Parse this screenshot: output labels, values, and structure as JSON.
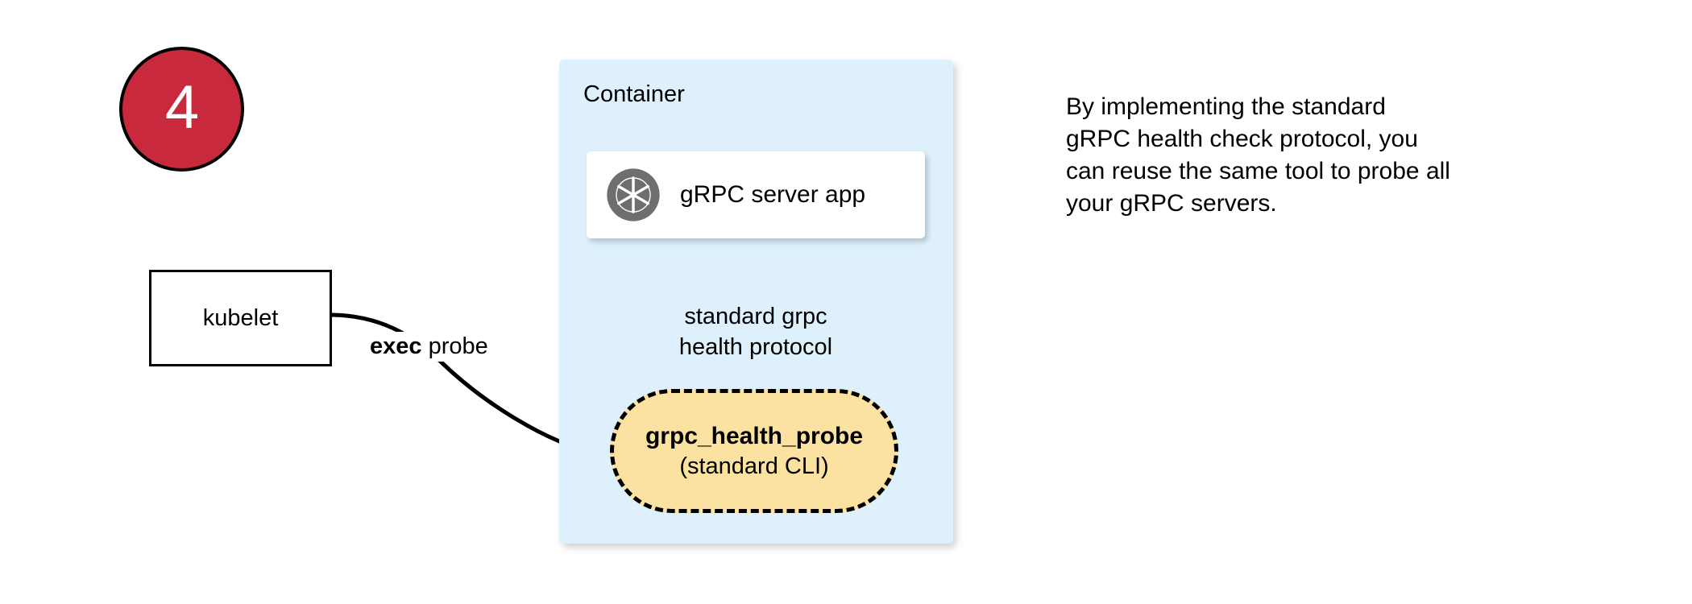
{
  "diagram": {
    "step_badge": {
      "number": "4",
      "fill_color": "#c9293c",
      "text_color": "#ffffff",
      "border_color": "#000000"
    },
    "container": {
      "title": "Container",
      "fill_color": "#ddf0fb"
    },
    "server_card": {
      "icon": "grpc-aperture-icon",
      "label": "gRPC server app",
      "fill_color": "#ffffff",
      "icon_color": "#6e6e6e"
    },
    "kubelet_box": {
      "label": "kubelet",
      "fill_color": "#ffffff",
      "border_color": "#000000"
    },
    "probe_pill": {
      "title": "grpc_health_probe",
      "subtitle": "(standard CLI)",
      "fill_color": "#fbe2a0",
      "border_color": "#000000",
      "border_style": "dashed"
    },
    "edges": [
      {
        "name": "kubelet-to-probe",
        "label_bold": "exec",
        "label_rest": " probe",
        "from": "kubelet",
        "to": "grpc_health_probe"
      },
      {
        "name": "probe-to-server",
        "label_line1": "standard grpc",
        "label_line2": "health protocol",
        "from": "grpc_health_probe",
        "to": "gRPC server app"
      }
    ],
    "caption": {
      "line1": "By implementing the standard",
      "line2": "gRPC health check protocol, you",
      "line3": "can reuse the same tool to probe all",
      "line4": "your gRPC servers."
    }
  }
}
